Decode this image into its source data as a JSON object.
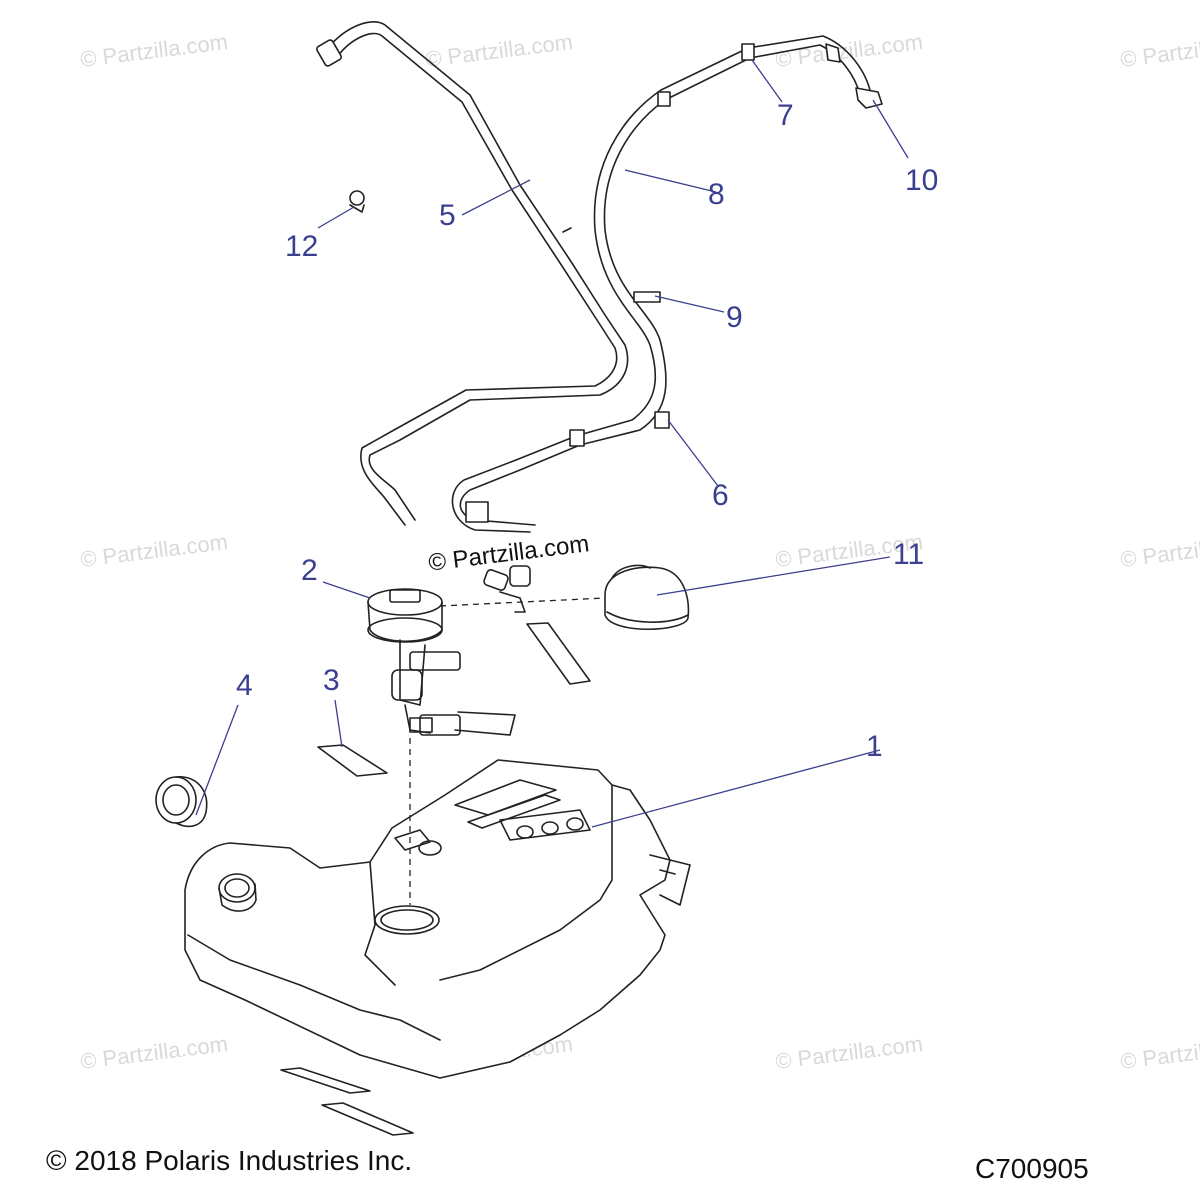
{
  "watermark": "© Partzilla.com",
  "center_watermark": "© Partzilla.com",
  "callouts": {
    "c1": "1",
    "c2": "2",
    "c3": "3",
    "c4": "4",
    "c5": "5",
    "c6": "6",
    "c7": "7",
    "c8": "8",
    "c9": "9",
    "c10": "10",
    "c11": "11",
    "c12": "12"
  },
  "footer": {
    "copyright": "© 2018 Polaris Industries Inc.",
    "drawing_number": "C700905"
  },
  "colors": {
    "callout_text": "#3b3f8f",
    "leader_line": "#3b3f8f",
    "line_art": "#222222",
    "watermark": "#d9d9d9",
    "background": "#ffffff"
  }
}
